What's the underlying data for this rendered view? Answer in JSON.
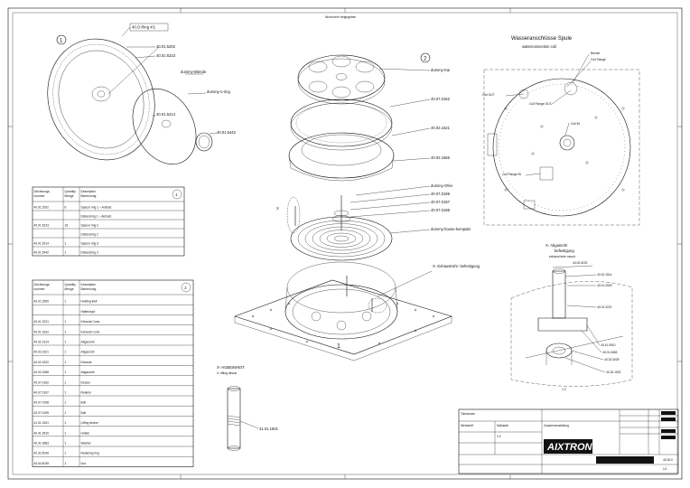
{
  "frame": {
    "top_note": "Nicht mehr freigegeben"
  },
  "views": {
    "v1_badge": "1",
    "v1_tag": "40.O-Ring 4/1",
    "v1_labels": [
      "40.01.5202",
      "40.01.5223",
      "dummy-Blende",
      "dummy-o-ring",
      "40.01.5214",
      "40.01.5442"
    ],
    "v2_badge": "2",
    "v2_labels": [
      "dummy-Kai",
      "40.07.0162",
      "40.02.1521",
      "40.02.1565",
      "dummy-Ofen",
      "40.07.0199",
      "40.07.0197",
      "40.07.0198",
      "dummy-house-kompakt"
    ],
    "x_pointer": "X",
    "exhaust_label": "X- Exhaustrohr- befestigung",
    "bottom_one": "1"
  },
  "water": {
    "title": "Wasseranschlüsse Spule",
    "subtitle": "waterconnection coil",
    "labels": [
      "Brücke",
      "Coil Flange",
      "Coil OUT",
      "Coil Flange OUT",
      "Coil IN",
      "Coil Flange IN"
    ]
  },
  "detail_x": {
    "title": "X- Abgasrohr",
    "title2": "befestigung",
    "subtitle": "exhaust tube mount",
    "labels": [
      "40.02.5222",
      "40.02.1514",
      "40.01.2509",
      "40.01.3221",
      "40.41.0510",
      "40.01.0683",
      "40.32.5039",
      "40.32.1522"
    ],
    "scale": "1:2"
  },
  "kit": {
    "title": "X- HUBEINHEIT",
    "subtitle": "X- lifting device",
    "label": "41.01.1501"
  },
  "table1": {
    "badge": "1",
    "headers": [
      "Zeichnungs- nummer",
      "Quantity Menge",
      "Description Benennung"
    ],
    "rows": [
      [
        "40.01.5202",
        "6",
        "Spacer ring 1 – Aufsatz"
      ],
      [
        "",
        "",
        "Distanzring 1 – Aufsatz"
      ],
      [
        "40.01.5223",
        "18",
        "Spacer ring 2"
      ],
      [
        "",
        "",
        "Distanzring 2"
      ],
      [
        "40.01.5214",
        "1",
        "Spacer ring 3"
      ],
      [
        "40.01.5442",
        "1",
        "Distanzring 3"
      ]
    ]
  },
  "table2": {
    "badge": "2",
    "headers": [
      "Zeichnungs- nummer",
      "Quantity Menge",
      "Description Benennung"
    ],
    "rows": [
      [
        "40.01.2509",
        "1",
        "Holding-Bolt"
      ],
      [
        "",
        "",
        "Halteknopf"
      ],
      [
        "40.01.3221",
        "1",
        "Exhaust-Conn"
      ],
      [
        "40.01.3222",
        "1",
        "Exhaust-Conn"
      ],
      [
        "40.02.1514",
        "1",
        "Abgasrohr"
      ],
      [
        "40.02.1521",
        "1",
        "Abgasrohr"
      ],
      [
        "40.02.1522",
        "1",
        "Exhaust"
      ],
      [
        "40.02.1565",
        "1",
        "Abgasrohr"
      ],
      [
        "40.07.0162",
        "1",
        "Deckel"
      ],
      [
        "40.07.0197",
        "1",
        "Reaktor"
      ],
      [
        "40.07.0198",
        "1",
        "Bolt"
      ],
      [
        "40.07.0199",
        "1",
        "Bolt"
      ],
      [
        "41.01.1501",
        "1",
        "Lifting device"
      ],
      [
        "40.41.0510",
        "1",
        "Holder"
      ],
      [
        "40.31.0683",
        "1",
        "Washer"
      ],
      [
        "40.32.5039",
        "1",
        "Retaining ring"
      ],
      [
        "40.54.5039",
        "1",
        "Nut"
      ]
    ]
  },
  "titleblock": {
    "tolerance": "Toleranzen",
    "material": "Werkstoff",
    "scale_label": "Maßstab",
    "scale": "1:2",
    "doc": "Zusammenstellung",
    "company": "AIXTRON",
    "code": "40.00.0",
    "sheet": "1/1"
  }
}
